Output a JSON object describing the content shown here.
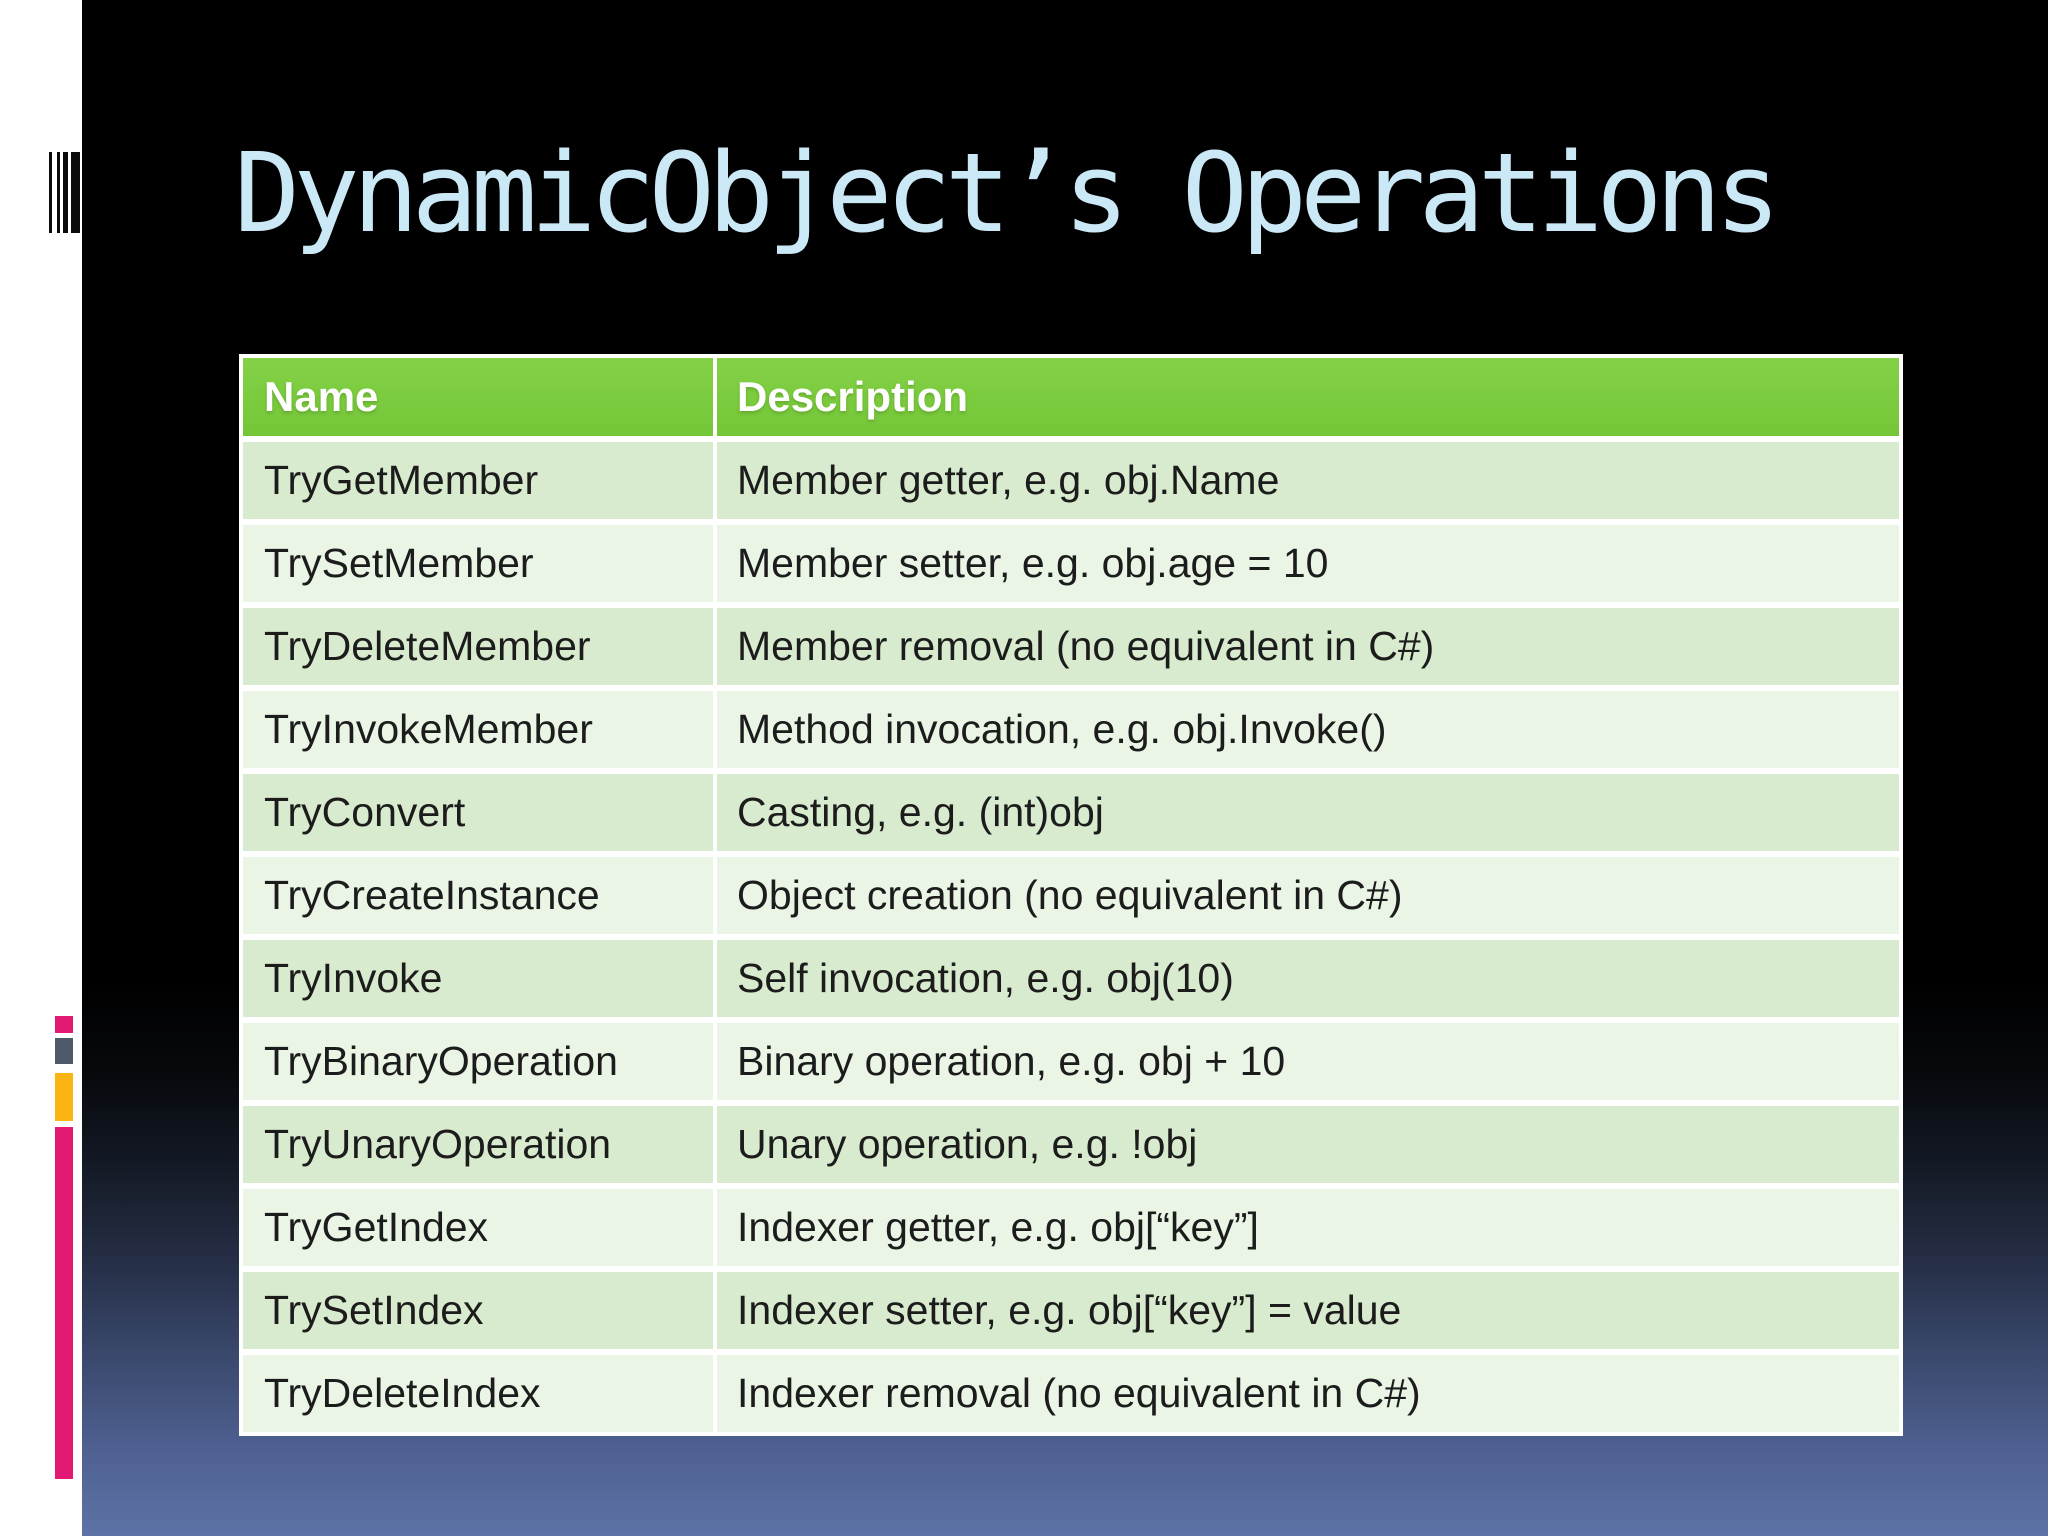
{
  "slide": {
    "title": "DynamicObject’s Operations",
    "title_color": "#cbe8f7",
    "background_top_color": "#000000",
    "background_bottom_color": "#5d72a6"
  },
  "sidebar": {
    "background_color": "#ffffff",
    "barcode_color": "#0b0b0b",
    "marks": [
      {
        "name": "pink-square",
        "color": "#e31a74"
      },
      {
        "name": "gray-square",
        "color": "#4d5a68"
      },
      {
        "name": "amber-square",
        "color": "#fcb415"
      },
      {
        "name": "magenta-bar",
        "color": "#e31a74"
      }
    ]
  },
  "table": {
    "header": {
      "name_label": "Name",
      "description_label": "Description",
      "bg_color_top": "#84d147",
      "bg_color_bottom": "#74c637",
      "text_color": "#ffffff"
    },
    "band_colors": {
      "odd_row": "#d8ebce",
      "even_row": "#eaf5e6",
      "separator": "#ffffff"
    },
    "rows": [
      {
        "name": "TryGetMember",
        "description": "Member getter, e.g. obj.Name"
      },
      {
        "name": "TrySetMember",
        "description": "Member setter, e.g. obj.age = 10"
      },
      {
        "name": "TryDeleteMember",
        "description": "Member removal (no equivalent in C#)"
      },
      {
        "name": "TryInvokeMember",
        "description": "Method invocation, e.g. obj.Invoke()"
      },
      {
        "name": "TryConvert",
        "description": "Casting, e.g. (int)obj"
      },
      {
        "name": "TryCreateInstance",
        "description": "Object creation (no equivalent in C#)"
      },
      {
        "name": "TryInvoke",
        "description": "Self invocation, e.g. obj(10)"
      },
      {
        "name": "TryBinaryOperation",
        "description": "Binary operation, e.g. obj + 10"
      },
      {
        "name": "TryUnaryOperation",
        "description": "Unary operation, e.g. !obj"
      },
      {
        "name": "TryGetIndex",
        "description": "Indexer getter, e.g. obj[“key”]"
      },
      {
        "name": "TrySetIndex",
        "description": "Indexer setter, e.g. obj[“key”] = value"
      },
      {
        "name": "TryDeleteIndex",
        "description": "Indexer removal (no equivalent in C#)"
      }
    ]
  }
}
